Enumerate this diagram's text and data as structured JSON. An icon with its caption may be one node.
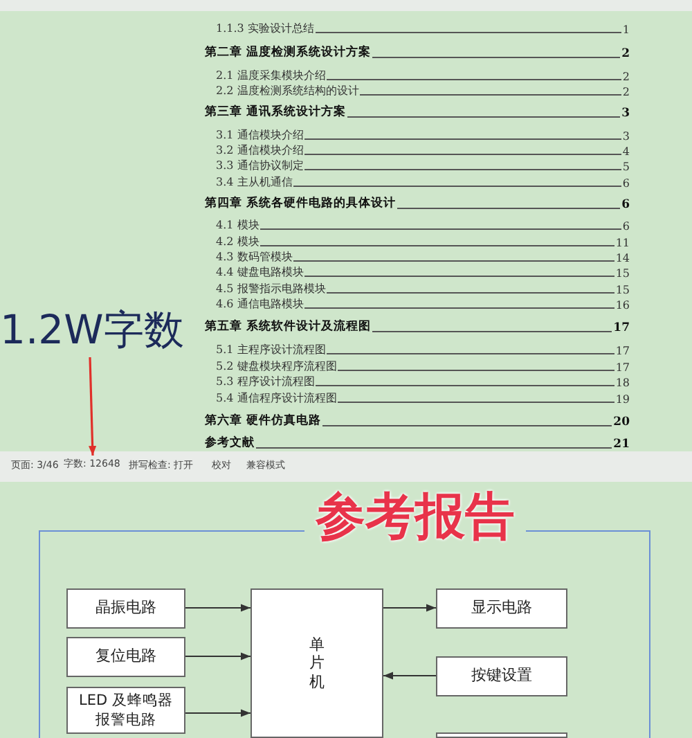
{
  "diagram": {
    "title": "参考报告",
    "nodes": [
      {
        "text": [
          "1.2W字数"
        ]
      },
      {
        "text": [
          "字数: 12648"
        ]
      },
      {
        "text": [
          "晶振电路"
        ]
      },
      {
        "text": [
          "复位电路"
        ]
      },
      {
        "text": [
          "LED 及蜂鸣器报警电路"
        ]
      },
      {
        "text": [
          "单片机"
        ]
      },
      {
        "text": [
          "显示电路"
        ]
      },
      {
        "text": [
          "按键设置"
        ]
      },
      {
        "text": [],
        "shape": "box"
      }
    ],
    "edges": [
      {
        "from": 0,
        "to": 1,
        "arrow": "to",
        "color": "#e0302a"
      },
      {
        "from": 2,
        "to": 5,
        "arrow": "to"
      },
      {
        "from": 3,
        "to": 5,
        "arrow": "to"
      },
      {
        "from": 4,
        "to": 5,
        "arrow": "to"
      },
      {
        "from": 5,
        "to": 6,
        "arrow": "to"
      },
      {
        "from": 7,
        "to": 5,
        "arrow": "to"
      }
    ],
    "labels": [
      "1.1.3 实验设计总结",
      "1",
      "第二章 温度检测系统设计方案",
      "2",
      "2.1 温度采集模块介绍",
      "2",
      "2.2 温度检测系统结构的设计",
      "2",
      "第三章 通讯系统设计方案",
      "3",
      "3.1 通信模块介绍",
      "3",
      "3.2 通信模块介绍",
      "4",
      "3.3 通信协议制定",
      "5",
      "3.4 主从机通信",
      "6",
      "第四章 系统各硬件电路的具体设计",
      "6",
      "4.1 模块",
      "6",
      "4.2 模块",
      "11",
      "4.3 数码管模块",
      "14",
      "4.4 键盘电路模块",
      "15",
      "4.5 报警指示电路模块",
      "15",
      "4.6 通信电路模块",
      "16",
      "第五章 系统软件设计及流程图",
      "17",
      "5.1 主程序设计流程图",
      "17",
      "5.2 键盘模块程序流程图",
      "17",
      "5.3 程序设计流程图",
      "18",
      "5.4 通信程序设计流程图",
      "19",
      "第六章 硬件仿真电路",
      "20",
      "参考文献",
      "21",
      "页面: 3/46",
      "拼写检查: 打开",
      "校对",
      "兼容模式"
    ]
  }
}
